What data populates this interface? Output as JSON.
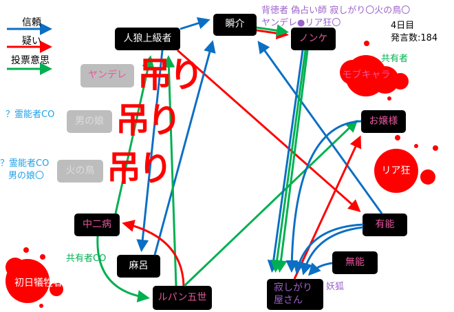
{
  "legend": {
    "trust": "信頼",
    "doubt": "疑い",
    "vote": "投票意思"
  },
  "colors": {
    "trust": "#0b6fc3",
    "doubt": "#ff0000",
    "vote": "#00b050"
  },
  "info": {
    "day": "4日目",
    "posts": "発言数:184",
    "roles_line1": "背徳者 偽占い師 寂しがり〇火の鳥〇",
    "roles_line2": "ヤンデレ●リア狂〇"
  },
  "nodes": {
    "jinro": "人狼上級者",
    "shunsuke": "瞬介",
    "nonke": "ノンケ",
    "mob": "モブキャラ",
    "ojou": "お嬢様",
    "riaru": "リア狂",
    "yuno": "有能",
    "muno": "無能",
    "sabishi1": "寂しがり",
    "sabishi2": "屋さん",
    "lupin": "ルパン五世",
    "maro": "麻呂",
    "chuni": "中二病",
    "shonichi": "初日犠牲者",
    "yandere": "ヤンデレ",
    "otoko": "男の娘",
    "hinotori": "火の鳥"
  },
  "labels": {
    "hang": "吊り",
    "kyoyu": "共有者",
    "kyoyu_co": "共有者CO",
    "reino1": "？霊能者CO",
    "reino2": "？霊能者CO",
    "otoko_o": "男の娘〇",
    "yoko": "妖狐"
  }
}
